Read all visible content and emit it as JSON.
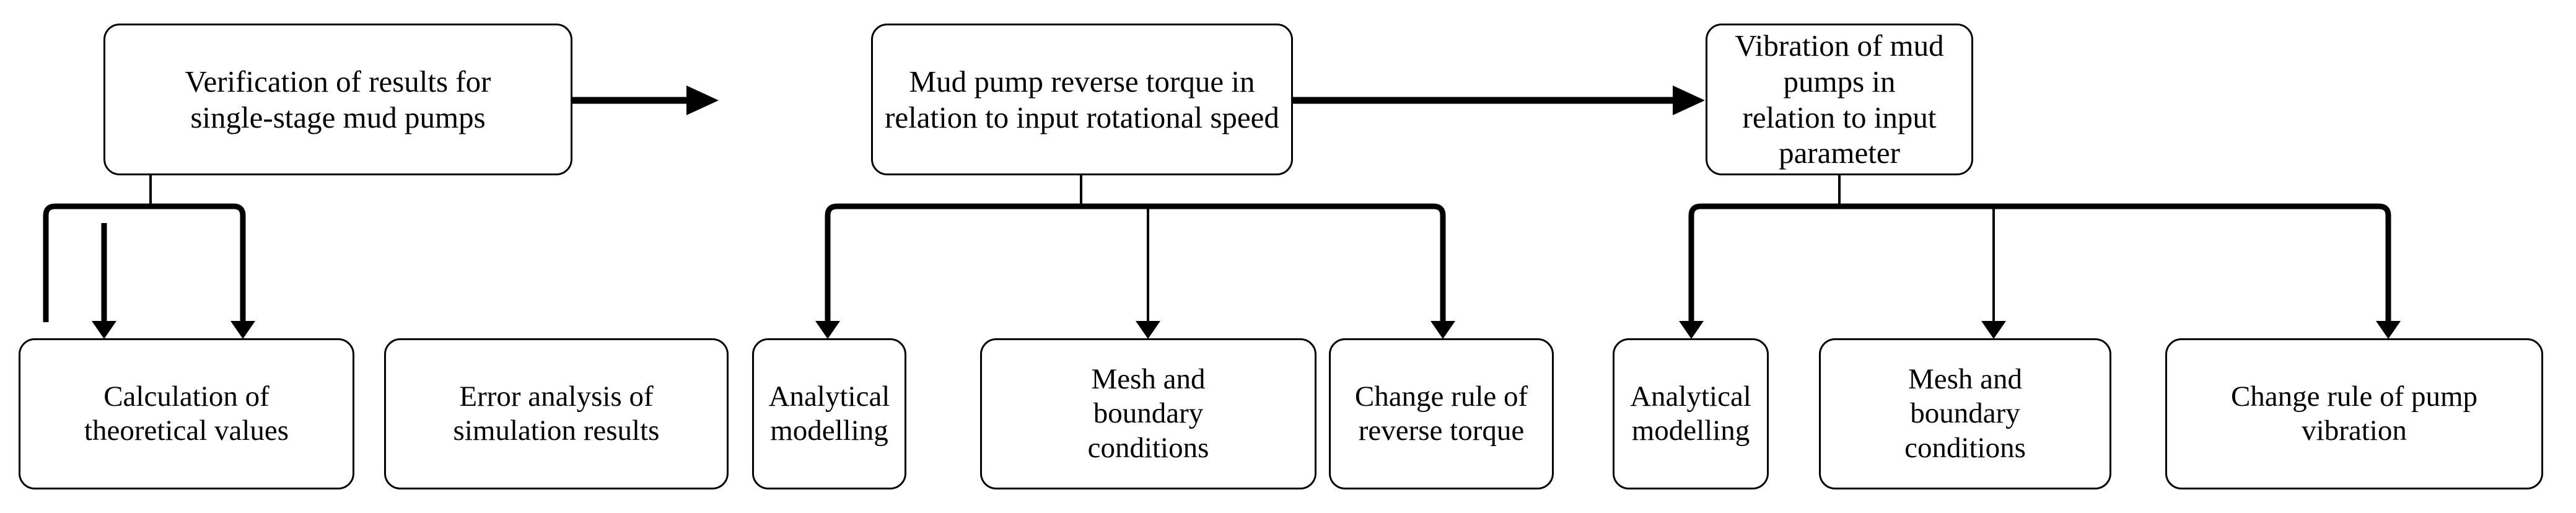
{
  "diagram": {
    "type": "flowchart",
    "orientation": "left-to-right with vertical sub-branches",
    "background_color": "#ffffff",
    "line_color": "#000000",
    "text_color": "#000000",
    "top_row": [
      {
        "id": "verification",
        "label": "Verification of results for\nsingle-stage mud pumps"
      },
      {
        "id": "reverse-torque",
        "label": "Mud pump reverse torque in\nrelation to input rotational speed"
      },
      {
        "id": "vibration",
        "label": "Vibration of mud pumps in\nrelation to input parameter"
      }
    ],
    "bottom_row": [
      {
        "id": "calculation-theoretical",
        "parent": "verification",
        "label": "Calculation of\ntheoretical values"
      },
      {
        "id": "error-analysis",
        "parent": "verification",
        "label": "Error analysis of\nsimulation results"
      },
      {
        "id": "analytical-modelling-torque",
        "parent": "reverse-torque",
        "label": "Analytical\nmodelling"
      },
      {
        "id": "mesh-boundary-torque",
        "parent": "reverse-torque",
        "label": "Mesh and\nboundary\nconditions"
      },
      {
        "id": "change-rule-reverse-torque",
        "parent": "reverse-torque",
        "label": "Change rule of\nreverse torque"
      },
      {
        "id": "analytical-modelling-vibration",
        "parent": "vibration",
        "label": "Analytical\nmodelling"
      },
      {
        "id": "mesh-boundary-vibration",
        "parent": "vibration",
        "label": "Mesh and\nboundary\nconditions"
      },
      {
        "id": "change-rule-pump-vibration",
        "parent": "vibration",
        "label": "Change rule of pump\nvibration"
      }
    ],
    "connections": [
      {
        "from": "verification",
        "to": "reverse-torque",
        "style": "horizontal-arrow"
      },
      {
        "from": "reverse-torque",
        "to": "vibration",
        "style": "horizontal-arrow"
      },
      {
        "from": "verification",
        "to": "calculation-theoretical",
        "style": "branch-arrow"
      },
      {
        "from": "verification",
        "to": "error-analysis",
        "style": "branch-arrow"
      },
      {
        "from": "reverse-torque",
        "to": "analytical-modelling-torque",
        "style": "branch-arrow"
      },
      {
        "from": "reverse-torque",
        "to": "mesh-boundary-torque",
        "style": "branch-arrow"
      },
      {
        "from": "reverse-torque",
        "to": "change-rule-reverse-torque",
        "style": "branch-arrow"
      },
      {
        "from": "vibration",
        "to": "analytical-modelling-vibration",
        "style": "branch-arrow"
      },
      {
        "from": "vibration",
        "to": "mesh-boundary-vibration",
        "style": "branch-arrow"
      },
      {
        "from": "vibration",
        "to": "change-rule-pump-vibration",
        "style": "branch-arrow"
      }
    ]
  }
}
